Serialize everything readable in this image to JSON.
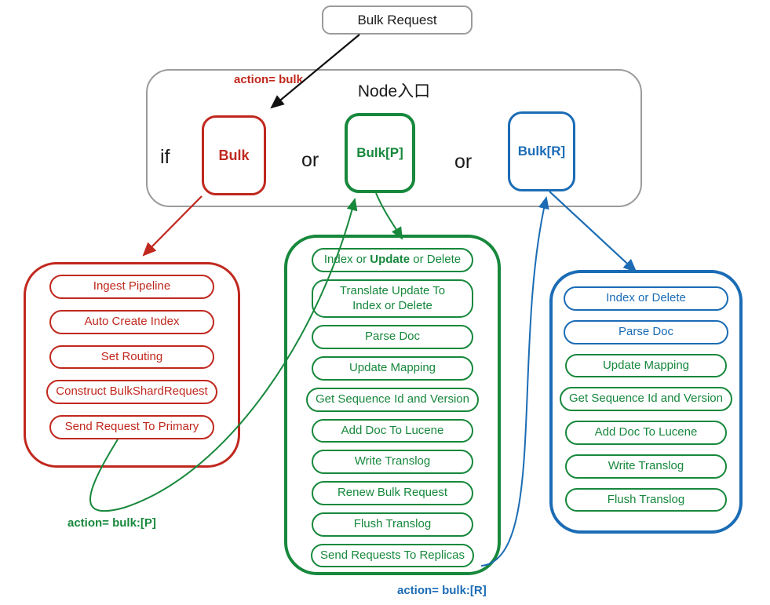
{
  "colors": {
    "red": "#c0281e",
    "green": "#17883c",
    "blue": "#1b6cb5",
    "gray_border": "#9b9b9b",
    "black": "#1a1a1a"
  },
  "top": {
    "title": "Bulk Request"
  },
  "labels": {
    "action_bulk": "action= bulk",
    "action_bulk_p": "action= bulk:[P]",
    "action_bulk_r": "action= bulk:[R]"
  },
  "node_entry": {
    "title": "Node入口",
    "if_label": "if",
    "or_label_1": "or",
    "or_label_2": "or",
    "bulk": "Bulk",
    "bulk_p": "Bulk[P]",
    "bulk_r": "Bulk[R]"
  },
  "coordinator_flow": {
    "items": [
      "Ingest Pipeline",
      "Auto Create Index",
      "Set Routing",
      "Construct BulkShardRequest",
      "Send Request  To Primary"
    ]
  },
  "primary_flow": {
    "first_item": {
      "prefix": "Index or ",
      "bold": "Update",
      "suffix": " or Delete"
    },
    "items": [
      "Translate Update To Index or Delete",
      "Parse Doc",
      "Update Mapping",
      "Get Sequence Id and Version",
      "Add Doc To Lucene",
      "Write Translog",
      "Renew Bulk Request",
      "Flush Translog",
      "Send Requests To Replicas"
    ]
  },
  "replica_flow": {
    "items": [
      {
        "label": "Index or Delete",
        "style": "blue"
      },
      {
        "label": "Parse Doc",
        "style": "blue"
      },
      {
        "label": "Update Mapping",
        "style": "green"
      },
      {
        "label": "Get Sequence Id and Version",
        "style": "green"
      },
      {
        "label": "Add Doc To Lucene",
        "style": "green"
      },
      {
        "label": "Write Translog",
        "style": "green"
      },
      {
        "label": "Flush Translog",
        "style": "green"
      }
    ]
  }
}
